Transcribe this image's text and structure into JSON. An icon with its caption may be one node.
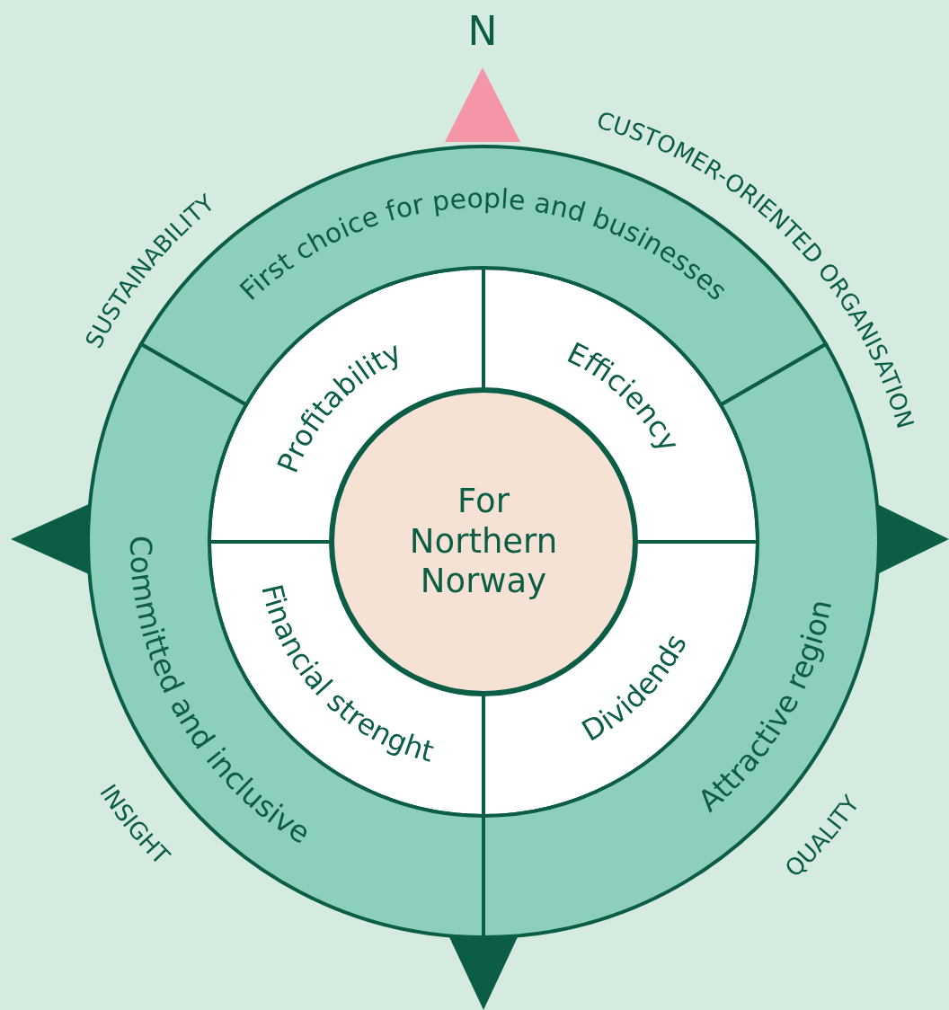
{
  "diagram": {
    "nodes": [
      {
        "text": [
          "First choice for people and businesses"
        ]
      },
      {
        "text": [
          "Committed and inclusive"
        ]
      },
      {
        "text": [
          "Attractive region"
        ]
      },
      {
        "text": [
          "Profitability"
        ]
      },
      {
        "text": [
          "Efficiency"
        ]
      },
      {
        "text": [
          "For Northern Norway"
        ]
      },
      {
        "text": [
          "Financial strenght"
        ]
      },
      {
        "text": [
          "Dividends"
        ]
      }
    ],
    "labels": [
      "N",
      "SUSTAINABILITY",
      "CUSTOMER-ORIENTED ORGANISATION",
      "INSIGHT",
      "QUALITY"
    ]
  }
}
